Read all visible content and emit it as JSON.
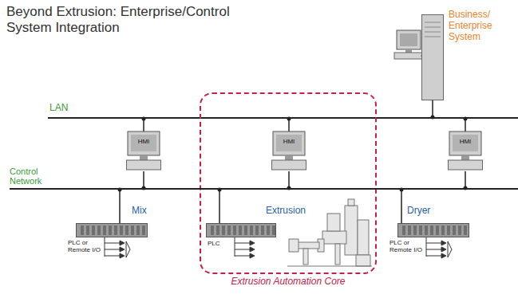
{
  "diagram": {
    "title": "Beyond Extrusion: Enterprise/Control System Integration",
    "nodes": [
      {
        "text": [
          "Business/ Enterprise System"
        ]
      },
      {
        "text": [
          "LAN"
        ]
      },
      {
        "text": [
          "Extrusion Automation Core"
        ]
      },
      {
        "text": [
          "HMI"
        ]
      },
      {
        "text": [
          "HMI"
        ],
        "in": 2
      },
      {
        "text": [
          "HMI"
        ]
      },
      {
        "text": [
          "Control Network"
        ]
      },
      {
        "text": [
          "Mix",
          "PLC or Remote I/O"
        ]
      },
      {
        "text": [
          "Extrusion",
          "PLC"
        ],
        "in": 2
      },
      {
        "text": [
          "Dryer",
          "PLC or Remote I/O"
        ]
      }
    ],
    "edges": [
      {
        "from": 0,
        "to": 1,
        "arrow": "none"
      },
      {
        "from": 3,
        "to": 1,
        "arrow": "none"
      },
      {
        "from": 4,
        "to": 1,
        "arrow": "none"
      },
      {
        "from": 5,
        "to": 1,
        "arrow": "none"
      },
      {
        "from": 3,
        "to": 6,
        "arrow": "none"
      },
      {
        "from": 4,
        "to": 6,
        "arrow": "none"
      },
      {
        "from": 5,
        "to": 6,
        "arrow": "none"
      },
      {
        "from": 6,
        "to": 7,
        "arrow": "none"
      },
      {
        "from": 6,
        "to": 8,
        "arrow": "none"
      },
      {
        "from": 6,
        "to": 9,
        "arrow": "none"
      }
    ]
  }
}
